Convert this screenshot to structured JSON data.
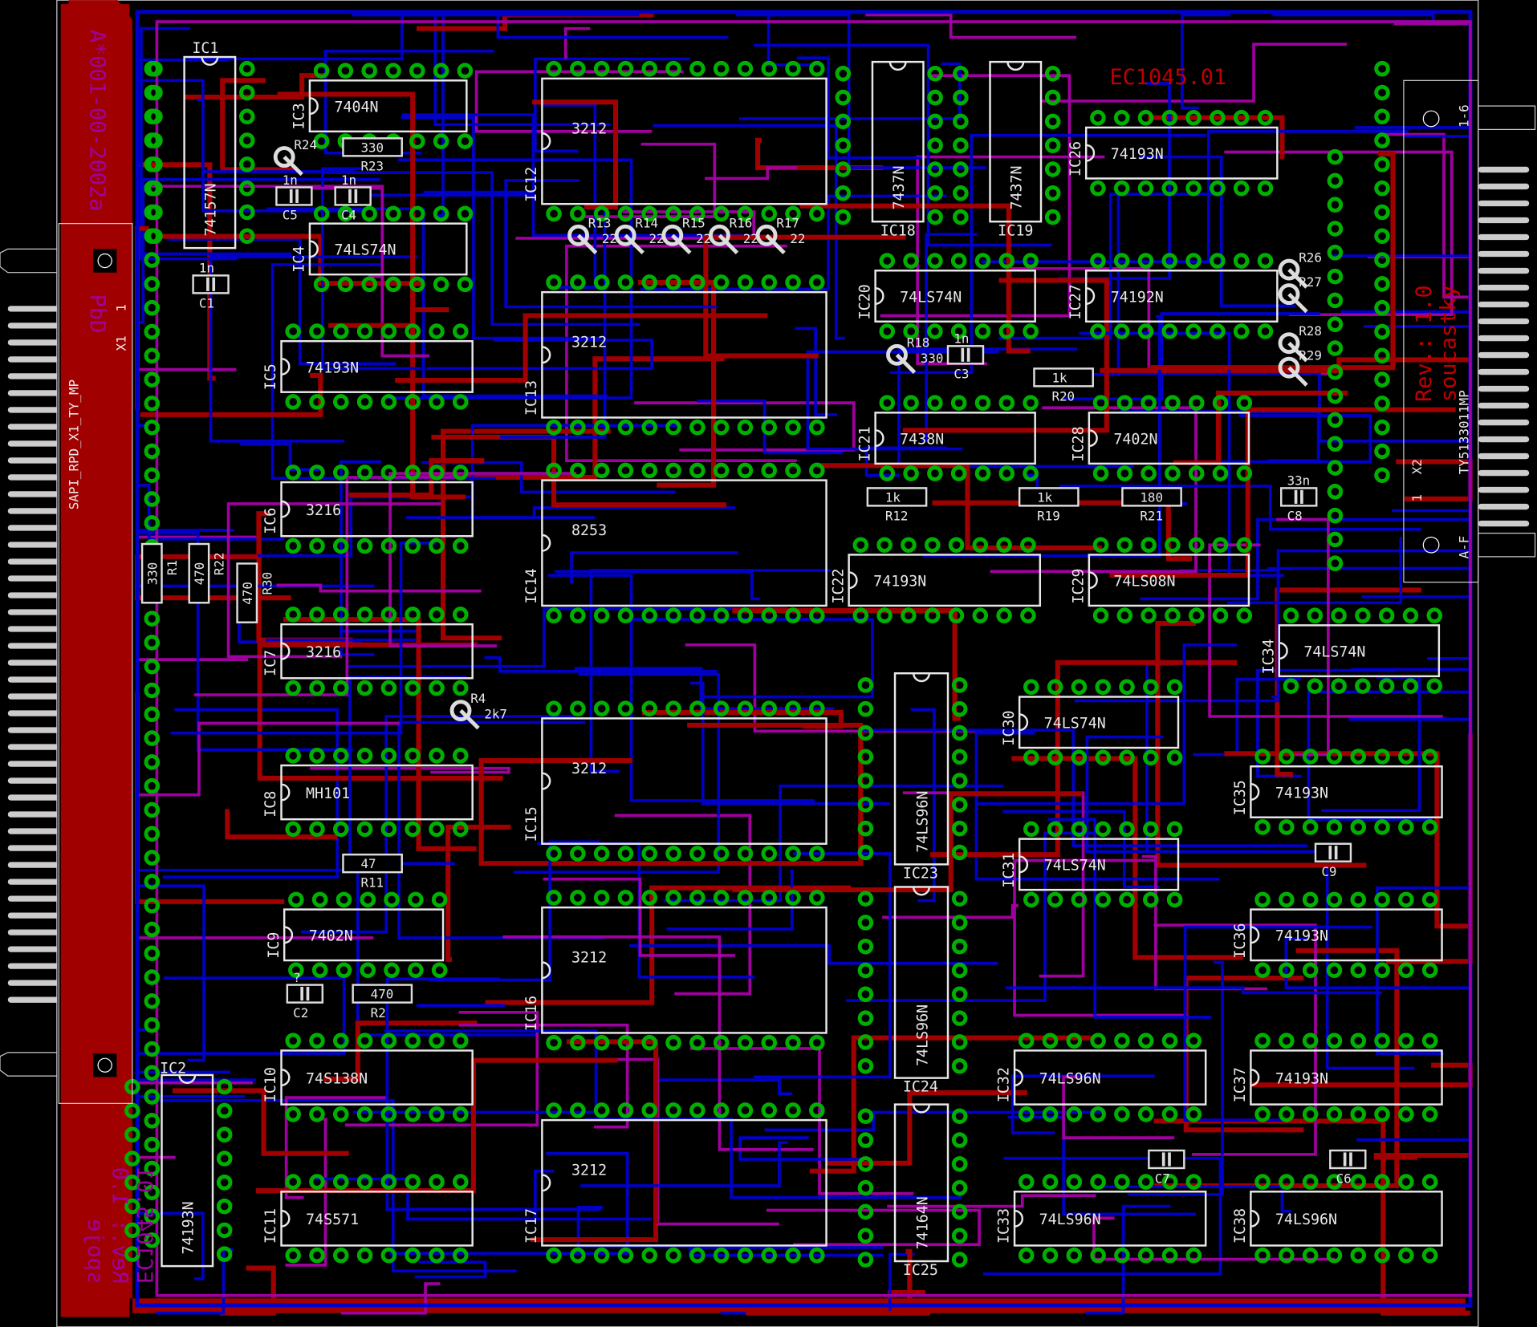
{
  "board": {
    "title_top": "EC1045.01",
    "rev_text": "Rev.: 1.0",
    "layer_text_top": "soucastky",
    "part_number": "TY5133011MP",
    "left_code": "A*001-00-2002a",
    "left_code2": "PbD",
    "bottom_mirrored": [
      "EC1045.01",
      "Rev.: 1.0",
      "spoje"
    ],
    "connector_left": {
      "name": "X1",
      "pin": "1",
      "label": "SAPI_RPD_X1_TY_MP"
    },
    "connector_right": {
      "name": "X2",
      "pin": "1",
      "range1": "1-6",
      "range2": "A-F"
    },
    "colors": {
      "top": "#a00000",
      "bottom": "#0000c8",
      "both": "#a000a0",
      "pad": "#00b000",
      "silk": "#e8e8e8"
    }
  },
  "chips": [
    {
      "ref": "IC1",
      "type": "74157N"
    },
    {
      "ref": "IC3",
      "type": "7404N"
    },
    {
      "ref": "IC4",
      "type": "74LS74N"
    },
    {
      "ref": "IC5",
      "type": "74193N"
    },
    {
      "ref": "IC6",
      "type": "3216"
    },
    {
      "ref": "IC7",
      "type": "3216"
    },
    {
      "ref": "IC8",
      "type": "MH101"
    },
    {
      "ref": "IC9",
      "type": "7402N"
    },
    {
      "ref": "IC10",
      "type": "74S138N"
    },
    {
      "ref": "IC11",
      "type": "74S571"
    },
    {
      "ref": "IC2",
      "type": "74193N"
    },
    {
      "ref": "IC12",
      "type": "3212"
    },
    {
      "ref": "IC13",
      "type": "3212"
    },
    {
      "ref": "IC14",
      "type": "8253"
    },
    {
      "ref": "IC15",
      "type": "3212"
    },
    {
      "ref": "IC16",
      "type": "3212"
    },
    {
      "ref": "IC17",
      "type": "3212"
    },
    {
      "ref": "IC18",
      "type": "7437N"
    },
    {
      "ref": "IC19",
      "type": "7437N"
    },
    {
      "ref": "IC20",
      "type": "74LS74N"
    },
    {
      "ref": "IC21",
      "type": "7438N"
    },
    {
      "ref": "IC22",
      "type": "74193N"
    },
    {
      "ref": "IC23",
      "type": "74LS96N"
    },
    {
      "ref": "IC24",
      "type": "74LS96N"
    },
    {
      "ref": "IC25",
      "type": "74164N"
    },
    {
      "ref": "IC26",
      "type": "74193N"
    },
    {
      "ref": "IC27",
      "type": "74192N"
    },
    {
      "ref": "IC28",
      "type": "7402N"
    },
    {
      "ref": "IC29",
      "type": "74LS08N"
    },
    {
      "ref": "IC30",
      "type": "74LS74N"
    },
    {
      "ref": "IC31",
      "type": "74LS74N"
    },
    {
      "ref": "IC32",
      "type": "74LS96N"
    },
    {
      "ref": "IC33",
      "type": "74LS96N"
    },
    {
      "ref": "IC34",
      "type": "74LS74N"
    },
    {
      "ref": "IC35",
      "type": "74193N"
    },
    {
      "ref": "IC36",
      "type": "74193N"
    },
    {
      "ref": "IC37",
      "type": "74193N"
    },
    {
      "ref": "IC38",
      "type": "74LS96N"
    }
  ],
  "parts": [
    {
      "ref": "R13",
      "value": "22"
    },
    {
      "ref": "R14",
      "value": "22"
    },
    {
      "ref": "R15",
      "value": "22"
    },
    {
      "ref": "R16",
      "value": "22"
    },
    {
      "ref": "R17",
      "value": "22"
    },
    {
      "ref": "R12",
      "value": "1k"
    },
    {
      "ref": "R19",
      "value": "1k"
    },
    {
      "ref": "R20",
      "value": "1k"
    },
    {
      "ref": "R21",
      "value": "180"
    },
    {
      "ref": "C8",
      "value": "33n"
    },
    {
      "ref": "R11",
      "value": "47"
    },
    {
      "ref": "R2",
      "value": "470"
    },
    {
      "ref": "C2",
      "value": "?"
    },
    {
      "ref": "C1",
      "value": "1n"
    },
    {
      "ref": "R1",
      "value": "330"
    },
    {
      "ref": "R22",
      "value": "470"
    },
    {
      "ref": "R30",
      "value": "470"
    },
    {
      "ref": "R18",
      "value": "330"
    },
    {
      "ref": "C3",
      "value": "1n"
    },
    {
      "ref": "R23",
      "value": "330"
    },
    {
      "ref": "C5",
      "value": "1n"
    },
    {
      "ref": "C4",
      "value": "1n"
    },
    {
      "ref": "R24",
      "value": ""
    },
    {
      "ref": "C9",
      "value": ""
    },
    {
      "ref": "C7",
      "value": ""
    },
    {
      "ref": "C6",
      "value": ""
    },
    {
      "ref": "R26",
      "value": ""
    },
    {
      "ref": "R27",
      "value": ""
    },
    {
      "ref": "R28",
      "value": ""
    },
    {
      "ref": "R29",
      "value": ""
    },
    {
      "ref": "R4",
      "value": "2k7"
    }
  ]
}
